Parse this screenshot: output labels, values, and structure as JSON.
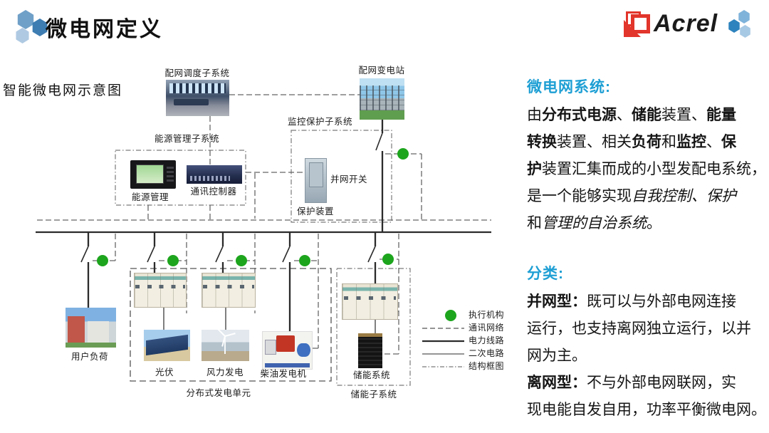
{
  "header": {
    "title": "微电网定义",
    "logo_text": "Acrel",
    "colors": {
      "logo_red": "#e2352b",
      "heading_blue": "#1e9fd4",
      "actuator_green": "#1da51d"
    }
  },
  "diagram": {
    "caption": "智能微电网示意图",
    "nodes": {
      "dispatch": "配网调度子系统",
      "substation": "配网变电站",
      "ems_box": "能源管理子系统",
      "ems": "能源管理",
      "comm_controller": "通讯控制器",
      "protection_box": "监控保护子系统",
      "grid_switch": "并网开关",
      "protection_device": "保护装置",
      "user_load": "用户负荷",
      "pv": "光伏",
      "wind": "风力发电",
      "diesel": "柴油发电机",
      "storage": "储能系统",
      "dg_box": "分布式发电单元",
      "storage_box": "储能子系统"
    },
    "legend": [
      {
        "label": "执行机构",
        "type": "dot"
      },
      {
        "label": "通讯网络",
        "type": "dashed"
      },
      {
        "label": "电力线路",
        "type": "solid-thick"
      },
      {
        "label": "二次电路",
        "type": "solid-thin"
      },
      {
        "label": "结构框图",
        "type": "dash-dot"
      }
    ]
  },
  "panel": {
    "definition": {
      "heading": "微电网系统:",
      "segments": [
        {
          "t": "由"
        },
        {
          "t": "分布式电源",
          "s": "b"
        },
        {
          "t": "、"
        },
        {
          "t": "储能",
          "s": "b"
        },
        {
          "t": "装置、"
        },
        {
          "t": "能量",
          "s": "b"
        },
        {
          "br": true
        },
        {
          "t": "转换",
          "s": "b"
        },
        {
          "t": "装置、相关"
        },
        {
          "t": "负荷",
          "s": "b"
        },
        {
          "t": "和"
        },
        {
          "t": "监控",
          "s": "b"
        },
        {
          "t": "、"
        },
        {
          "t": "保",
          "s": "b"
        },
        {
          "br": true
        },
        {
          "t": "护",
          "s": "b"
        },
        {
          "t": "装置汇集而成的小型发配电系统，"
        },
        {
          "br": true
        },
        {
          "t": "是一个能够实现"
        },
        {
          "t": "自我控制、保护",
          "s": "i"
        },
        {
          "br": true
        },
        {
          "t": "和"
        },
        {
          "t": "管理的自治系统",
          "s": "i"
        },
        {
          "t": "。"
        }
      ]
    },
    "classification": {
      "heading": "分类:",
      "grid_segments": [
        {
          "t": "并网型：",
          "s": "b"
        },
        {
          "t": "既可以与外部电网连接"
        },
        {
          "br": true
        },
        {
          "t": "运行，也支持离网独立运行，以并"
        },
        {
          "br": true
        },
        {
          "t": "网为主。"
        }
      ],
      "offgrid_segments": [
        {
          "t": "离网型：",
          "s": "b"
        },
        {
          "t": "不与外部电网联网，实"
        },
        {
          "br": true
        },
        {
          "t": "现电能自发自用，功率平衡微电网。"
        }
      ]
    }
  }
}
